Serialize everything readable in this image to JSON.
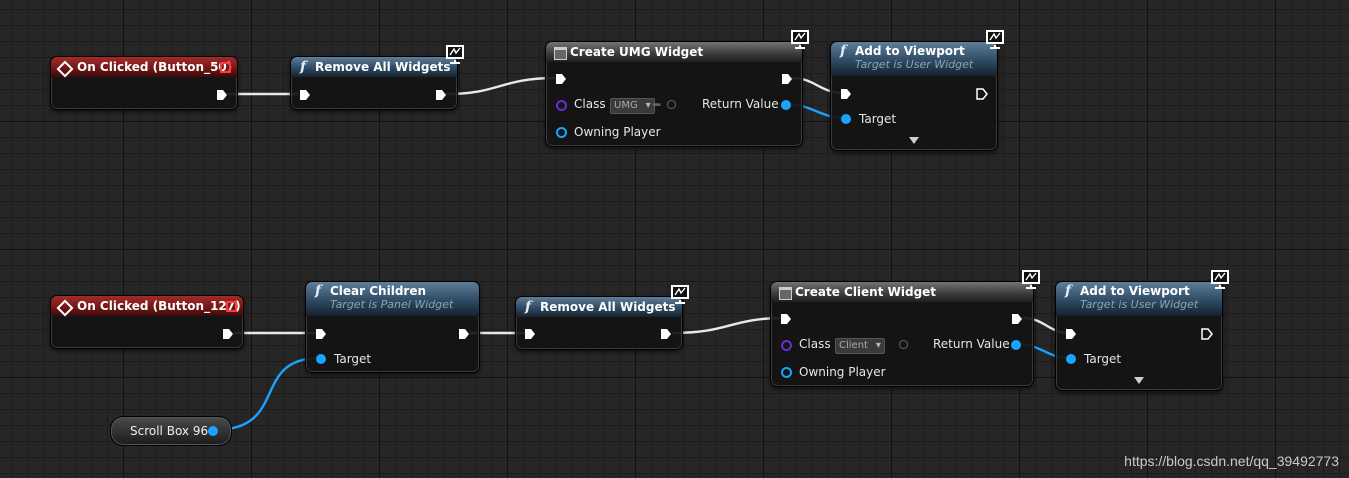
{
  "colors": {
    "exec": "#ffffff",
    "object_pin": "#1aa3ff",
    "class_pin": "#6a2bd1",
    "event_header": "#8a1f1f",
    "function_header": "#3d5b75"
  },
  "icons": {
    "event": "event-diamond-icon",
    "function": "function-f-icon",
    "create": "create-widget-icon",
    "client_only": "client-monitor-icon"
  },
  "graph_top": {
    "event": {
      "title": "On Clicked (Button_50)"
    },
    "remove_all": {
      "title": "Remove All Widgets",
      "icon": "f"
    },
    "create_widget": {
      "title": "Create UMG Widget",
      "class_label": "Class",
      "class_value": "UMG",
      "owning_player_label": "Owning Player",
      "return_label": "Return Value"
    },
    "add_to_viewport": {
      "title": "Add to Viewport",
      "subtitle": "Target is User Widget",
      "icon": "f",
      "target_label": "Target"
    }
  },
  "graph_bottom": {
    "event": {
      "title": "On Clicked (Button_127)"
    },
    "clear_children": {
      "title": "Clear Children",
      "subtitle": "Target is Panel Widget",
      "icon": "f",
      "target_label": "Target"
    },
    "remove_all": {
      "title": "Remove All Widgets",
      "icon": "f"
    },
    "create_widget": {
      "title": "Create Client Widget",
      "class_label": "Class",
      "class_value": "Client",
      "owning_player_label": "Owning Player",
      "return_label": "Return Value"
    },
    "add_to_viewport": {
      "title": "Add to Viewport",
      "subtitle": "Target is User Widget",
      "icon": "f",
      "target_label": "Target"
    },
    "variable": {
      "label": "Scroll Box 96"
    }
  },
  "watermark": "https://blog.csdn.net/qq_39492773"
}
